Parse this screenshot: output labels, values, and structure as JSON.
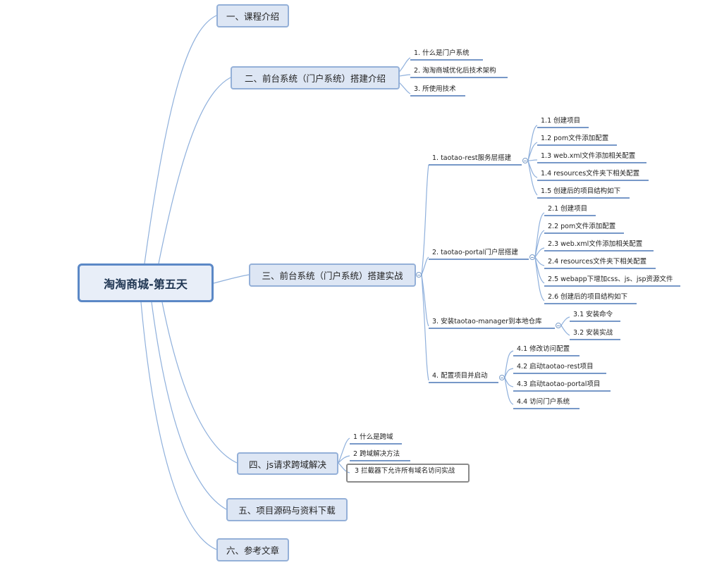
{
  "root": {
    "label": "淘淘商城-第五天"
  },
  "topics": {
    "t1": "一、课程介绍",
    "t2": "二、前台系统（门户系统）搭建介绍",
    "t3": "三、前台系统（门户系统）搭建实战",
    "t4": "四、js请求跨域解决",
    "t5": "五、项目源码与资料下载",
    "t6": "六、参考文章"
  },
  "t2_items": [
    "1. 什么是门户系统",
    "2. 淘淘商城优化后技术架构",
    "3. 所使用技术"
  ],
  "t3_sub": {
    "s1": "1. taotao-rest服务层搭建",
    "s2": "2. taotao-portal门户层搭建",
    "s3": "3. 安装taotao-manager到本地仓库",
    "s4": "4. 配置项目并启动"
  },
  "s1_items": [
    "1.1 创建项目",
    "1.2 pom文件添加配置",
    "1.3 web.xml文件添加相关配置",
    "1.4 resources文件夹下相关配置",
    "1.5 创建后的项目结构如下"
  ],
  "s2_items": [
    "2.1 创建项目",
    "2.2 pom文件添加配置",
    "2.3 web.xml文件添加相关配置",
    "2.4 resources文件夹下相关配置",
    "2.5 webapp下增加css、js、jsp资源文件",
    "2.6 创建后的项目结构如下"
  ],
  "s3_items": [
    "3.1 安装命令",
    "3.2 安装实战"
  ],
  "s4_items": [
    "4.1 修改访问配置",
    "4.2 启动taotao-rest项目",
    "4.3 启动taotao-portal项目",
    "4.4 访问门户系统"
  ],
  "t4_items": [
    "1 什么是跨域",
    "2 跨域解决方法",
    "3 拦截器下允许所有域名访问实战"
  ],
  "colors": {
    "branch": "#8fb0dc",
    "underline": "#4a76b5",
    "root_border": "#5b88c6",
    "topic_fill": "#dde6f4"
  }
}
